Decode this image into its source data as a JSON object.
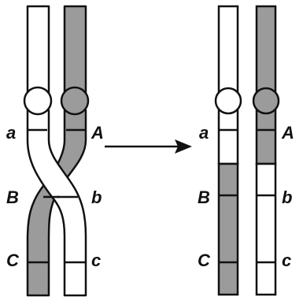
{
  "colors": {
    "ink": "#111111",
    "shaded": "#9b9b9b",
    "unshaded": "#ffffff",
    "background": "#ffffff"
  },
  "labels": {
    "left": {
      "a": "a",
      "A": "A",
      "B": "B",
      "b": "b",
      "C": "C",
      "c": "c"
    },
    "right": {
      "a": "a",
      "A": "A",
      "B": "B",
      "b": "b",
      "C": "C",
      "c": "c"
    }
  },
  "arrow": {
    "icon": "right-arrow-icon"
  }
}
